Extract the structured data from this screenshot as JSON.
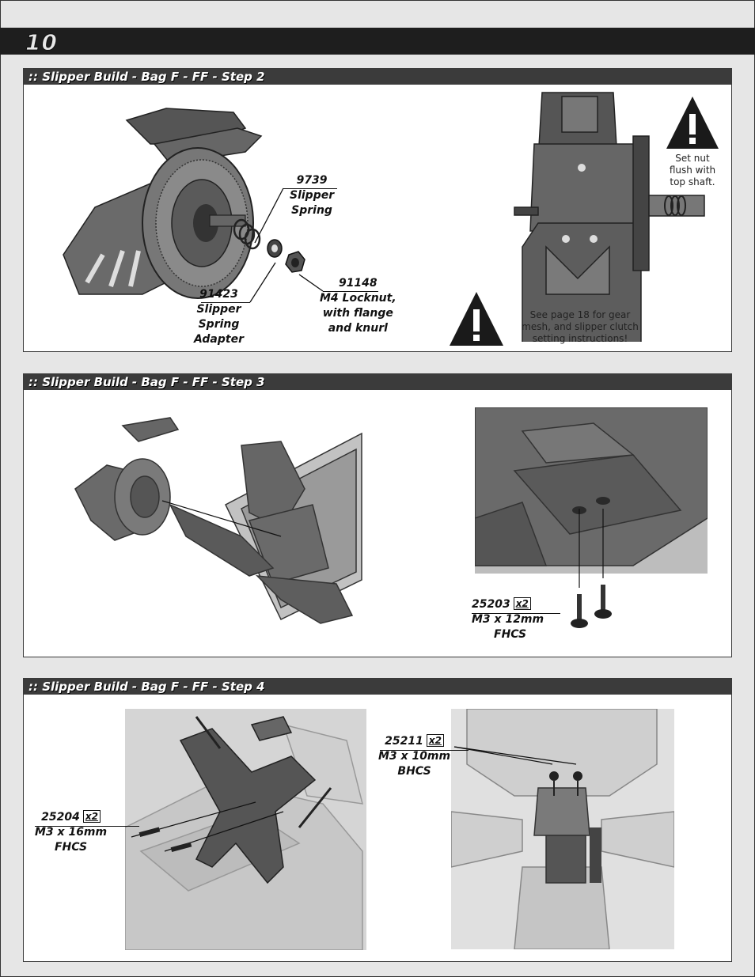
{
  "page": {
    "number": "10"
  },
  "steps": [
    {
      "title": ":: Slipper Build - Bag F - FF - Step 2",
      "parts": [
        {
          "number": "9739",
          "name_lines": [
            "Slipper",
            "Spring"
          ]
        },
        {
          "number": "91423",
          "name_lines": [
            "Slipper",
            "Spring",
            "Adapter"
          ]
        },
        {
          "number": "91148",
          "name_lines": [
            "M4 Locknut,",
            "with flange",
            "and knurl"
          ]
        }
      ],
      "notes": [
        {
          "icon": "warning-icon",
          "lines": [
            "Set nut",
            "flush with",
            "top shaft."
          ]
        },
        {
          "icon": "warning-icon",
          "lines": [
            "See page 18 for gear",
            "mesh, and slipper clutch",
            "setting instructions!"
          ]
        }
      ]
    },
    {
      "title": ":: Slipper Build - Bag F - FF - Step 3",
      "parts": [
        {
          "number": "25203",
          "qty": "x2",
          "name_lines": [
            "M3 x 12mm",
            "FHCS"
          ]
        }
      ]
    },
    {
      "title": ":: Slipper Build - Bag F - FF - Step 4",
      "parts": [
        {
          "number": "25211",
          "qty": "x2",
          "name_lines": [
            "M3 x 10mm",
            "BHCS"
          ]
        },
        {
          "number": "25204",
          "qty": "x2",
          "name_lines": [
            "M3 x 16mm",
            "FHCS"
          ]
        }
      ]
    }
  ]
}
